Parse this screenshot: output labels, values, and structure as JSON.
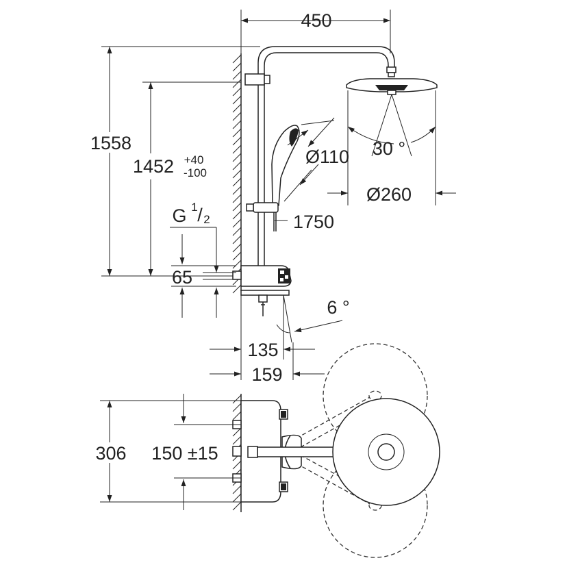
{
  "dimensions": {
    "width_450": "450",
    "height_1558": "1558",
    "height_1452": "1452",
    "tol_plus": "+40",
    "tol_minus": "-100",
    "head_diam": "Ø260",
    "hand_diam": "Ø110",
    "angle_30": "30 °",
    "angle_6": "6 °",
    "hose_1750": "1750",
    "thread_g": "G",
    "thread_num": "1",
    "thread_slash": "/",
    "thread_den": "2",
    "dist_65": "65",
    "depth_135": "135",
    "depth_159": "159",
    "width_306": "306",
    "spacing_150": "150 ±15"
  },
  "colors": {
    "line": "#222222",
    "background": "#ffffff"
  }
}
